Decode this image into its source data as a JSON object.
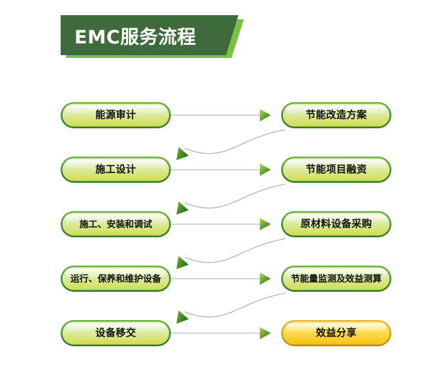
{
  "header": {
    "title": "EMC服务流程",
    "banner_color": "#3f6b3c",
    "banner_shadow_color": "#7ac142",
    "title_color": "#ffffff"
  },
  "theme": {
    "pill_green_border": "#3f9130",
    "pill_green_top": "#ddeeb8",
    "pill_green_bottom": "#d6e25e",
    "pill_green_gloss": "#f2f8e2",
    "pill_gold_border": "#c9971a",
    "pill_gold_top": "#ffe680",
    "pill_gold_bottom": "#f5c518",
    "pill_gold_gloss": "#fff4c0",
    "arrow_light": "#a5cf3f",
    "arrow_dark": "#2f6b22",
    "connector_color": "#c9c9c9",
    "arc_color": "#b5b5b5",
    "label_color": "#111111",
    "background": "#ffffff"
  },
  "flow": {
    "rows": [
      {
        "left": {
          "label": "能源审计",
          "style": "green",
          "tight": false
        },
        "right": {
          "label": "节能改造方案",
          "style": "green",
          "tight": false
        },
        "forward_arrow": "arrow-right-icon",
        "return_arrow": "arrow-upleft-icon"
      },
      {
        "left": {
          "label": "施工设计",
          "style": "green",
          "tight": false
        },
        "right": {
          "label": "节能项目融资",
          "style": "green",
          "tight": false
        },
        "forward_arrow": "arrow-right-icon",
        "return_arrow": "arrow-upleft-icon"
      },
      {
        "left": {
          "label": "施工、安装和调试",
          "style": "green",
          "tight": true
        },
        "right": {
          "label": "原材料设备采购",
          "style": "green",
          "tight": false
        },
        "forward_arrow": "arrow-right-icon",
        "return_arrow": "arrow-upleft-icon"
      },
      {
        "left": {
          "label": "运行、保养和维护设备",
          "style": "green",
          "tight": true
        },
        "right": {
          "label": "节能量监测及效益测算",
          "style": "green",
          "tight": true
        },
        "forward_arrow": "arrow-right-icon",
        "return_arrow": "arrow-upleft-icon"
      },
      {
        "left": {
          "label": "设备移交",
          "style": "green",
          "tight": false
        },
        "right": {
          "label": "效益分享",
          "style": "gold",
          "tight": false
        },
        "forward_arrow": "arrow-right-icon",
        "return_arrow": null
      }
    ]
  }
}
